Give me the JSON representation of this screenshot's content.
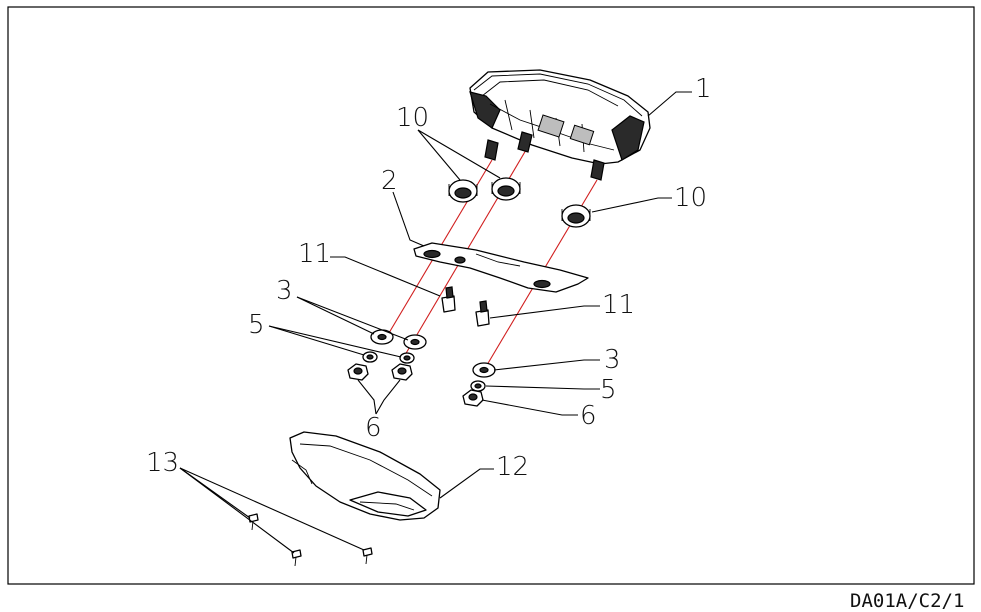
{
  "drawing_code": "DA01A/C2/1",
  "callouts": [
    {
      "id": "c1",
      "text": "1"
    },
    {
      "id": "c10a",
      "text": "10"
    },
    {
      "id": "c10b",
      "text": "10"
    },
    {
      "id": "c2",
      "text": "2"
    },
    {
      "id": "c11a",
      "text": "11"
    },
    {
      "id": "c11b",
      "text": "11"
    },
    {
      "id": "c3a",
      "text": "3"
    },
    {
      "id": "c3b",
      "text": "3"
    },
    {
      "id": "c5a",
      "text": "5"
    },
    {
      "id": "c5b",
      "text": "5"
    },
    {
      "id": "c6a",
      "text": "6"
    },
    {
      "id": "c6b",
      "text": "6"
    },
    {
      "id": "c12",
      "text": "12"
    },
    {
      "id": "c13",
      "text": "13"
    }
  ]
}
